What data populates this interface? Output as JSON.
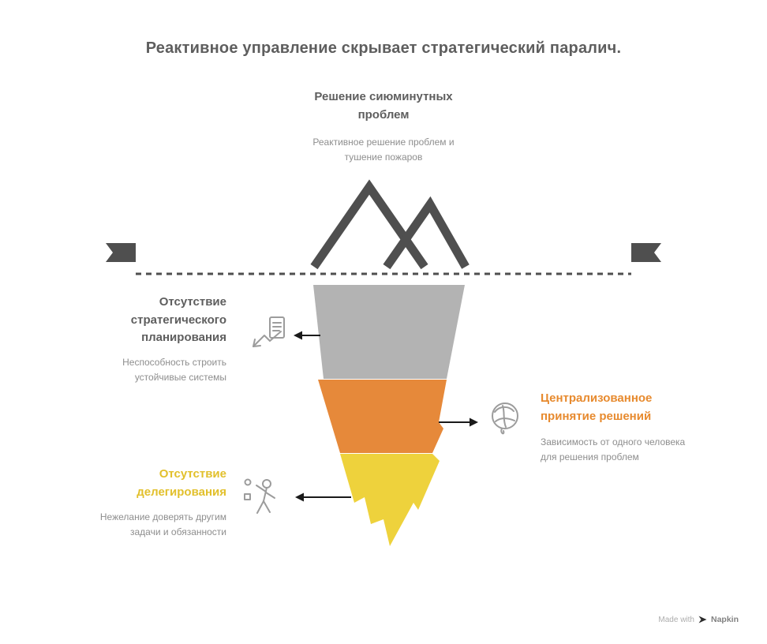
{
  "title": "Реактивное управление скрывает стратегический паралич.",
  "surface": {
    "heading": "Решение сиюминутных\nпроблем",
    "subtitle": "Реактивное решение проблем и\nтушение пожаров"
  },
  "causes": {
    "strategic": {
      "heading": "Отсутствие\nстратегического\nпланирования",
      "subtitle": "Неспособность строить\nустойчивые системы",
      "color": "#5e5e5e",
      "icon": "declining-plan-icon"
    },
    "centralized": {
      "heading": "Централизованное\nпринятие решений",
      "subtitle": "Зависимость от одного человека\nдля решения проблем",
      "color": "#e78a2e",
      "icon": "scribble-brain-icon"
    },
    "delegation": {
      "heading": "Отсутствие\nделегирования",
      "subtitle": "Нежелание доверять другим\nзадачи и обязанности",
      "color": "#e2c02c",
      "icon": "person-juggling-icon"
    }
  },
  "iceberg": {
    "above_water_icon": "mountain-icon",
    "segments": [
      {
        "name": "hidden-strategic-layer",
        "color": "#b3b3b3"
      },
      {
        "name": "hidden-centralized-layer",
        "color": "#e6893a"
      },
      {
        "name": "hidden-delegation-layer",
        "color": "#eed23c"
      }
    ]
  },
  "colors": {
    "dark_gray": "#4f4f4f",
    "heading_gray": "#5e5e5e",
    "subtitle_gray": "#8e8e8e",
    "arrow_black": "#1a1a1a",
    "icon_gray": "#9c9c9c"
  },
  "footer": {
    "made_with": "Made with",
    "brand": "Napkin",
    "icon": "pen-nib-icon"
  }
}
